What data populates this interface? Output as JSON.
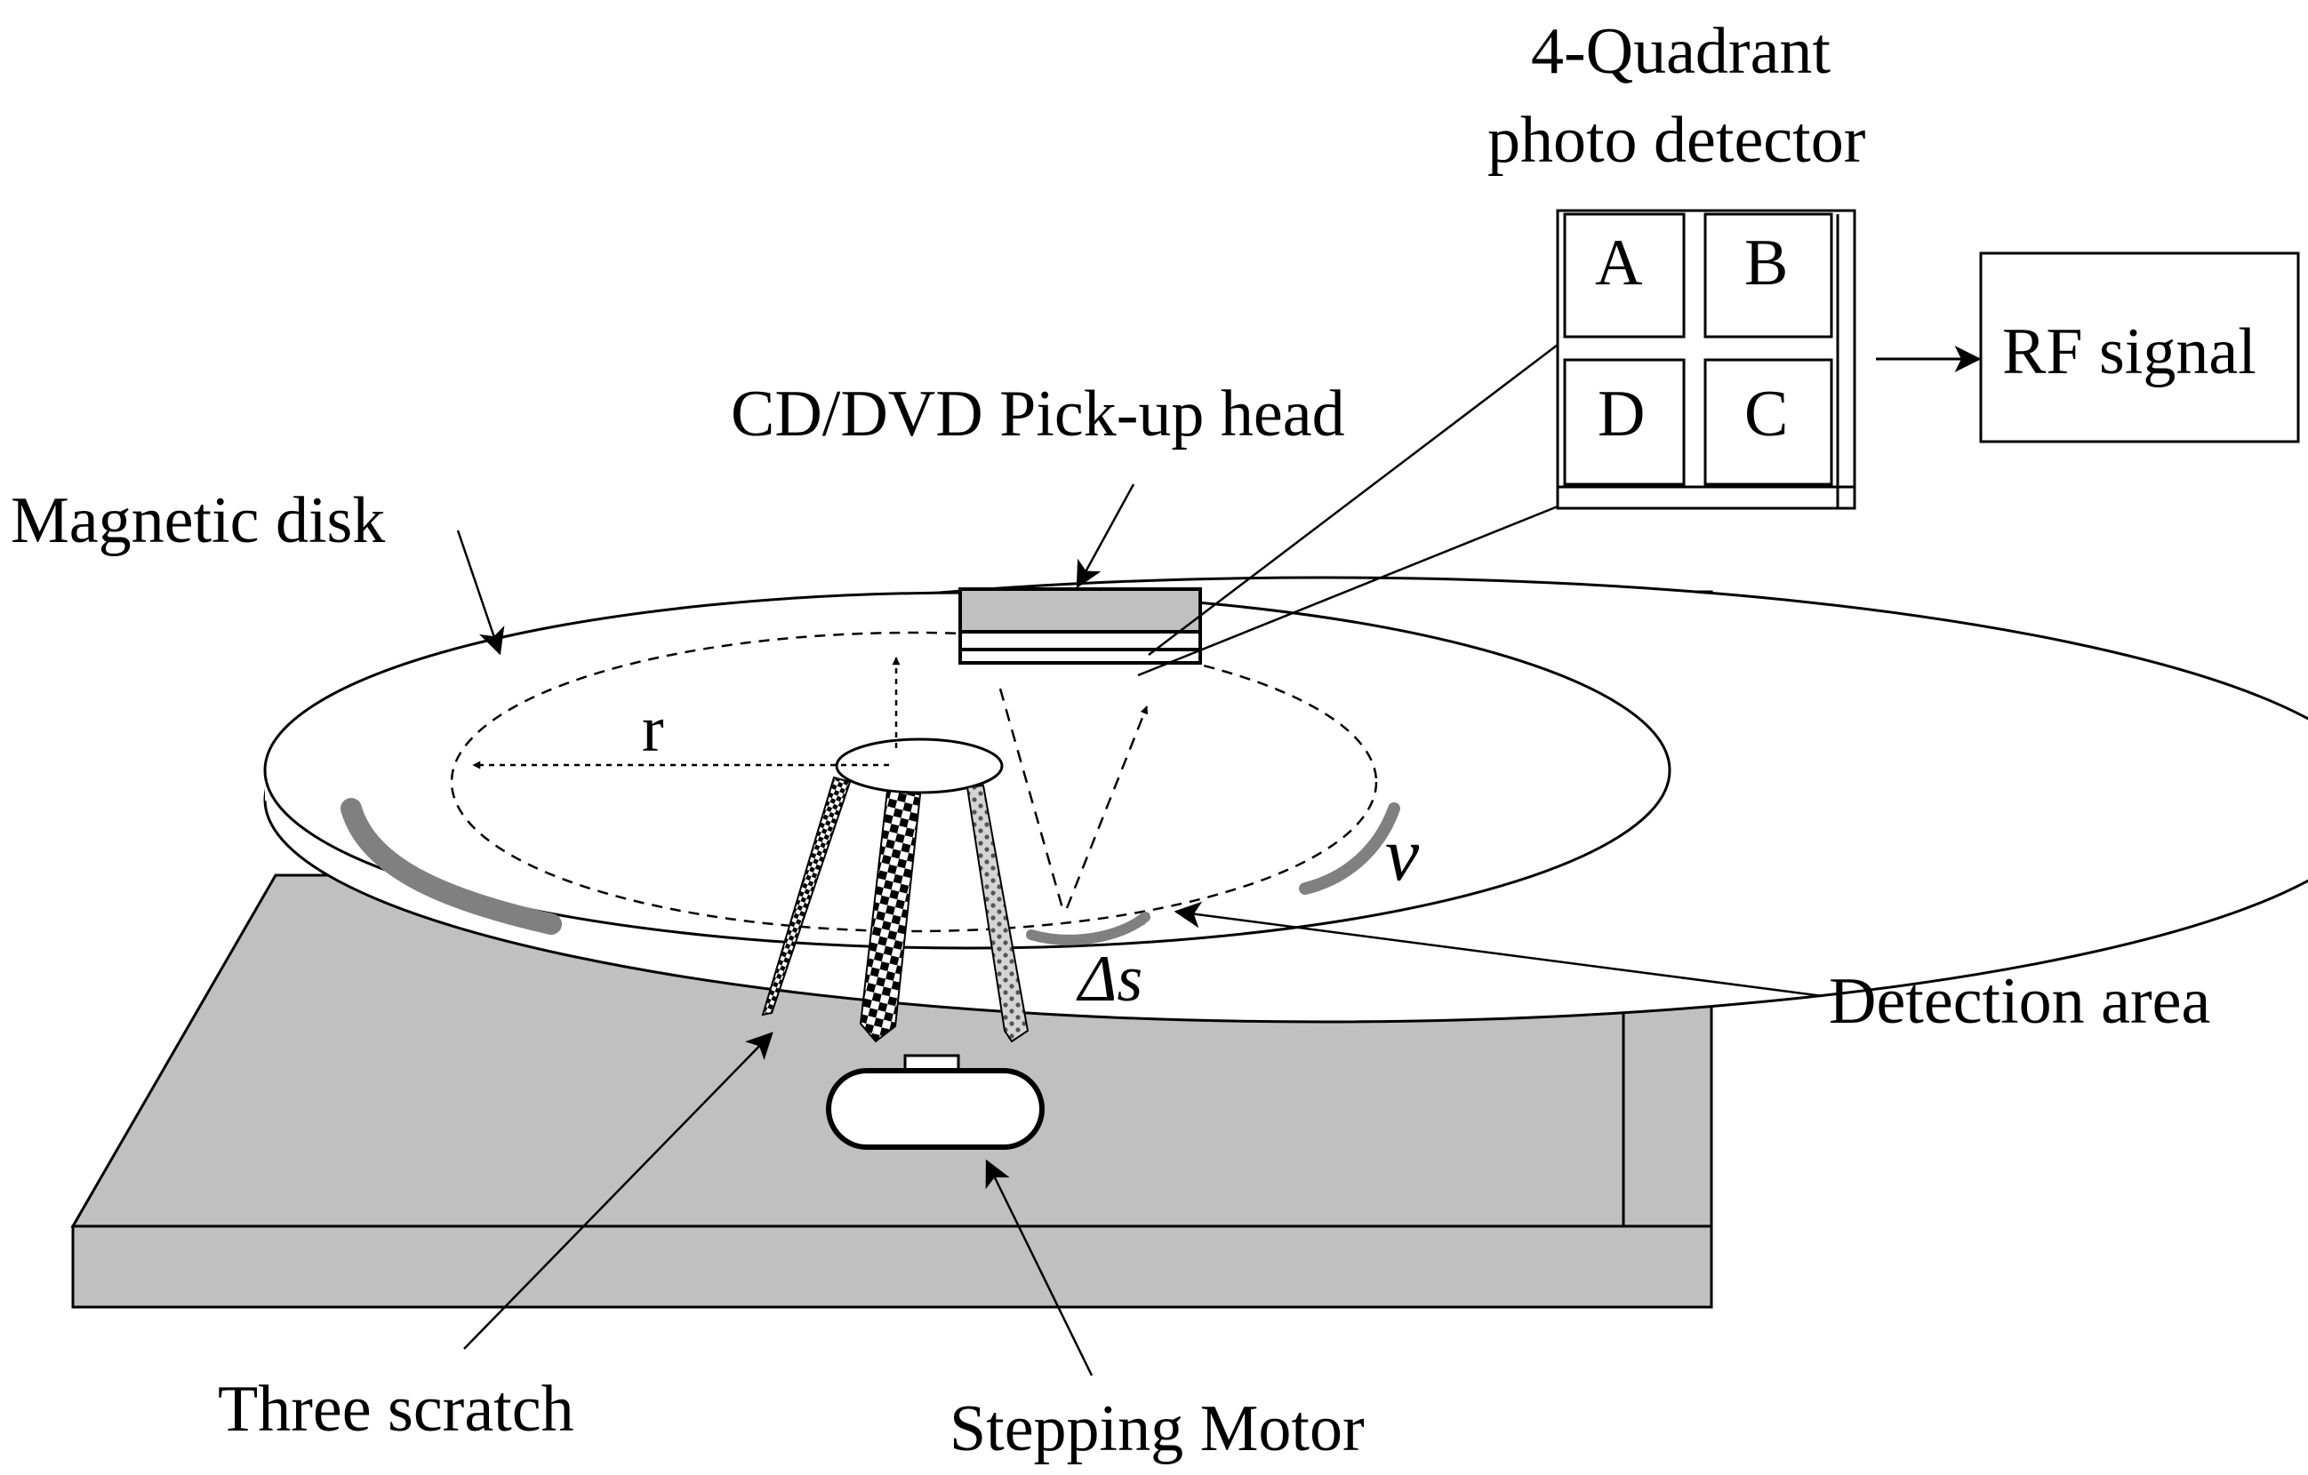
{
  "labels": {
    "photo_detector_line1": "4-Quadrant",
    "photo_detector_line2": "photo detector",
    "rf_signal": "RF signal",
    "pickup_head": "CD/DVD Pick-up head",
    "magnetic_disk": "Magnetic disk",
    "radius": "r",
    "velocity": "v",
    "delta_s": "Δs",
    "detection_area": "Detection area",
    "three_scratch": "Three scratch",
    "stepping_motor": "Stepping Motor"
  },
  "quadrants": {
    "a": "A",
    "b": "B",
    "c": "C",
    "d": "D"
  },
  "colors": {
    "base_fill": "#c0c0c0",
    "arrow_gray": "#808080",
    "line": "#000000",
    "disk_fill": "#ffffff"
  }
}
